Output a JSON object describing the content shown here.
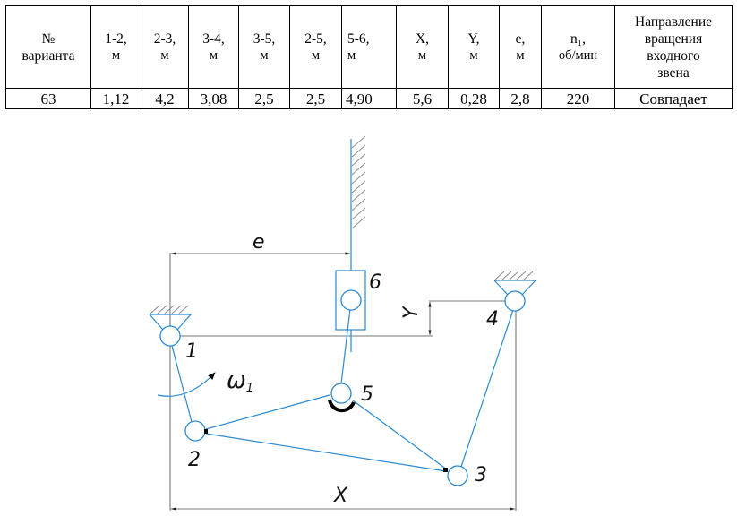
{
  "table": {
    "headers": [
      {
        "lines": [
          "№",
          "варианта"
        ]
      },
      {
        "lines": [
          "1-2,",
          "м"
        ]
      },
      {
        "lines": [
          "2-3,",
          "м"
        ]
      },
      {
        "lines": [
          "3-4,",
          "м"
        ]
      },
      {
        "lines": [
          "3-5,",
          "м"
        ]
      },
      {
        "lines": [
          "2-5,",
          "м"
        ]
      },
      {
        "lines": [
          "5-6,",
          "м"
        ]
      },
      {
        "lines": [
          "X,",
          "м"
        ]
      },
      {
        "lines": [
          "Y,",
          "м"
        ]
      },
      {
        "lines": [
          "e,",
          "м"
        ]
      },
      {
        "lines": [
          "n₁,",
          "об/мин"
        ]
      },
      {
        "lines": [
          "Направление",
          "вращения",
          "входного",
          "звена"
        ]
      }
    ],
    "row": [
      "63",
      "1,12",
      "4,2",
      "3,08",
      "2,5",
      "2,5",
      "4,90",
      "5,6",
      "0,28",
      "2,8",
      "220",
      "Совпадает"
    ]
  },
  "diagram": {
    "joint_labels": {
      "j1": "1",
      "j2": "2",
      "j3": "3",
      "j4": "4",
      "j5": "5",
      "j6": "6"
    },
    "dimension_labels": {
      "e": "e",
      "x": "X",
      "y": "Y"
    },
    "angular_velocity_label": "ω",
    "angular_velocity_sub": "1"
  }
}
